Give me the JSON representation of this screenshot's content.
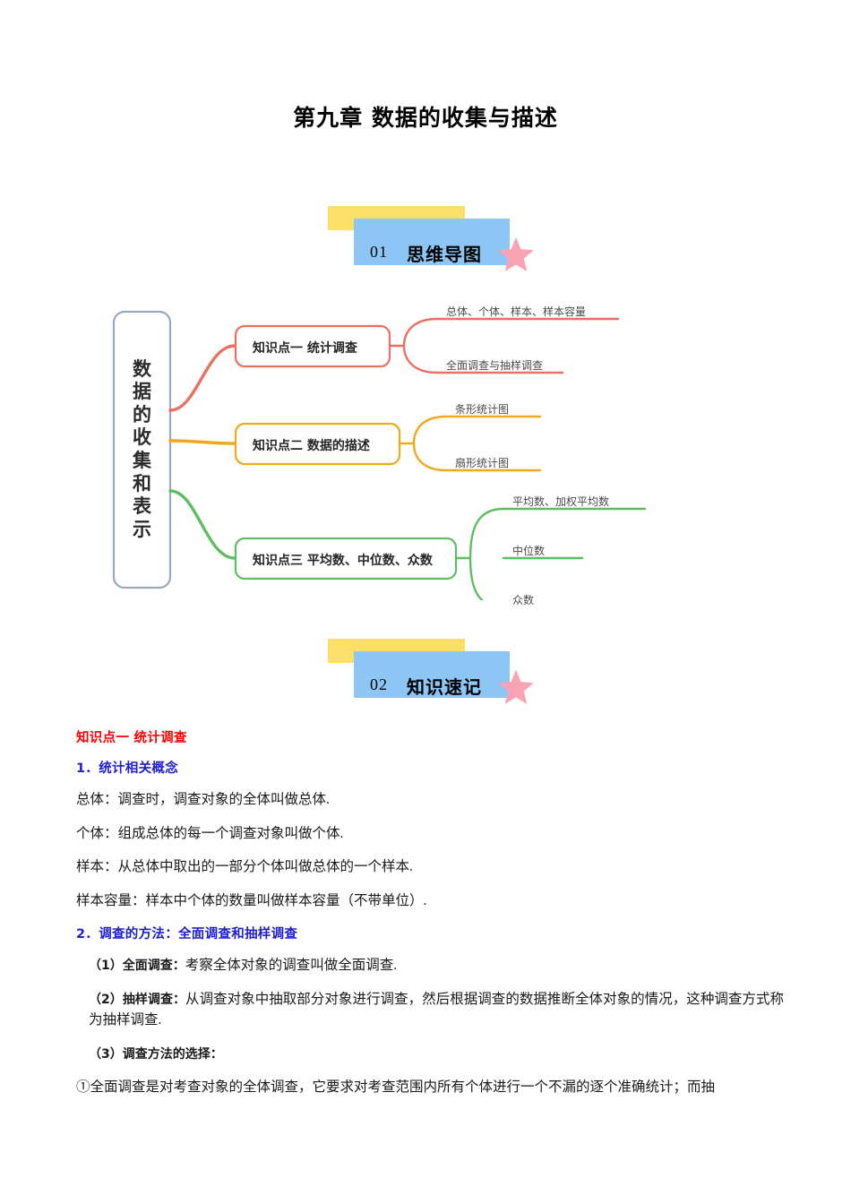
{
  "document": {
    "title": "第九章 数据的收集与描述"
  },
  "sections": [
    {
      "number": "01",
      "label": "思维导图",
      "star_color": "#F9A3B4",
      "yellow_color": "#FCDE6B",
      "blue_color": "#8DC6F5"
    },
    {
      "number": "02",
      "label": "知识速记",
      "star_color": "#F9A3B4",
      "yellow_color": "#FCDE6B",
      "blue_color": "#8DC6F5"
    }
  ],
  "mindmap": {
    "root": {
      "chars": [
        "数",
        "据",
        "的",
        "收",
        "集",
        "和",
        "表",
        "示"
      ],
      "border_color": "#9AA8BE"
    },
    "branches": [
      {
        "label": "知识点一 统计调查",
        "color": "#EC6F63",
        "leaves": [
          "总体、个体、样本、样本容量",
          "全面调查与抽样调查"
        ]
      },
      {
        "label": "知识点二 数据的描述",
        "color": "#F0A91B",
        "leaves": [
          "条形统计图",
          "扇形统计图"
        ]
      },
      {
        "label": "知识点三 平均数、中位数、众数",
        "color": "#5FBE62",
        "leaves": [
          "平均数、加权平均数",
          "中位数",
          "众数"
        ]
      }
    ]
  },
  "notes": {
    "heading_red": "知识点一 统计调查",
    "heading_blue_1": "1．统计相关概念",
    "definitions": [
      "总体：调查时，调查对象的全体叫做总体.",
      "个体：组成总体的每一个调查对象叫做个体.",
      "样本：从总体中取出的一部分个体叫做总体的一个样本.",
      "样本容量：样本中个体的数量叫做样本容量（不带单位）."
    ],
    "heading_blue_2": "2．调查的方法：全面调查和抽样调查",
    "item1_label": "（1）全面调查：",
    "item1_text": "考察全体对象的调查叫做全面调查.",
    "item2_label": "（2）抽样调查：",
    "item2_text": "从调查对象中抽取部分对象进行调查，然后根据调查的数据推断全体对象的情况，这种调查方式称为抽样调查.",
    "item3_label": "（3）调查方法的选择：",
    "item4_text": "①全面调查是对考查对象的全体调查，它要求对考查范围内所有个体进行一个不漏的逐个准确统计；而抽"
  },
  "colors": {
    "heading_red": "#FF0000",
    "heading_blue": "#2020CC",
    "body_text": "#1a1a1a"
  }
}
